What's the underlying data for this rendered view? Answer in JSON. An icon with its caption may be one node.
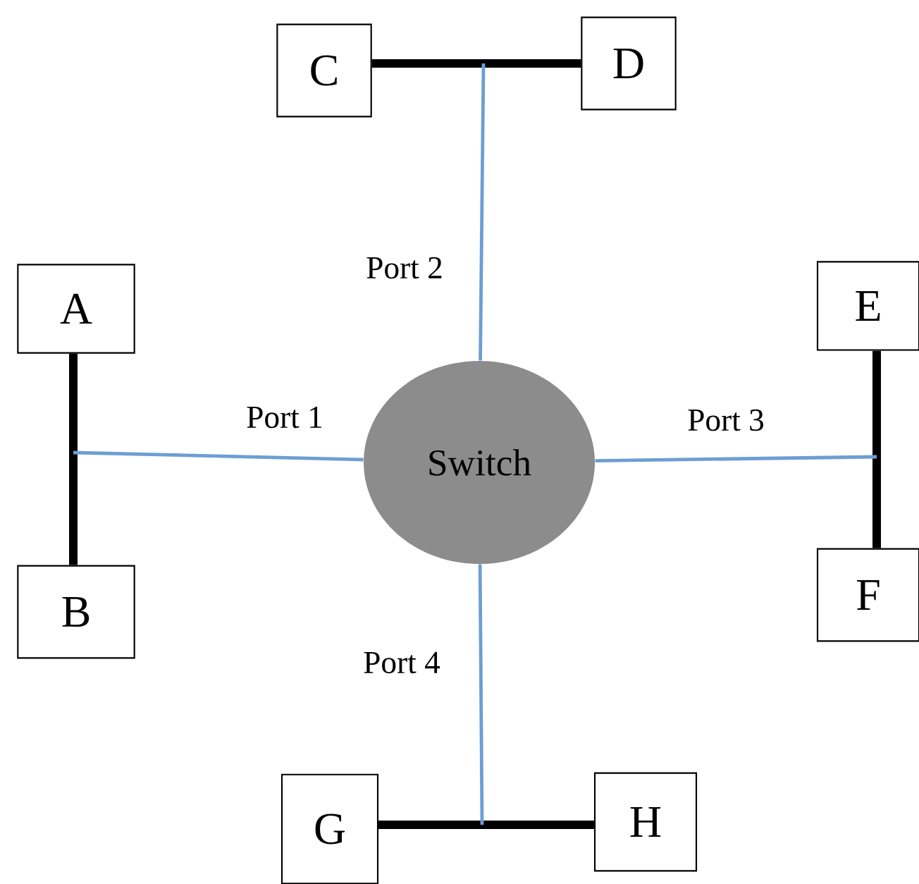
{
  "diagram": {
    "nodes": [
      {
        "text": [
          "C"
        ]
      },
      {
        "text": [
          "D"
        ]
      },
      {
        "text": [
          "A"
        ]
      },
      {
        "text": [
          "E"
        ]
      },
      {
        "text": [
          "Switch"
        ]
      },
      {
        "text": [
          "B"
        ]
      },
      {
        "text": [
          "F"
        ]
      },
      {
        "text": [
          "G"
        ]
      },
      {
        "text": [
          "H"
        ]
      }
    ],
    "edges": [
      {
        "from": 0,
        "to": 1,
        "arrow": "none",
        "style": "thick"
      },
      {
        "from": 2,
        "to": 5,
        "arrow": "none",
        "style": "thick"
      },
      {
        "from": 3,
        "to": 6,
        "arrow": "none",
        "style": "thick"
      },
      {
        "from": 7,
        "to": 8,
        "arrow": "none",
        "style": "thick"
      },
      {
        "from": 4,
        "to": null,
        "arrow": "none",
        "label": "Port 2",
        "color": "#6d9ed4"
      },
      {
        "from": 4,
        "to": null,
        "arrow": "none",
        "label": "Port 1",
        "color": "#6d9ed4"
      },
      {
        "from": 4,
        "to": null,
        "arrow": "none",
        "label": "Port 3",
        "color": "#6d9ed4"
      },
      {
        "from": 4,
        "to": null,
        "arrow": "none",
        "label": "Port 4",
        "color": "#6d9ed4"
      }
    ]
  }
}
